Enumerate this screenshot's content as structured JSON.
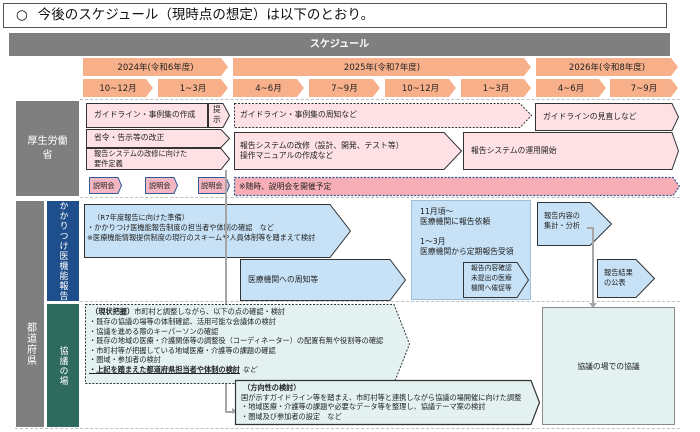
{
  "title": {
    "marker": "○",
    "text": "今後のスケジュール（現時点の想定）は以下のとおり。"
  },
  "schedule_header": "スケジュール",
  "years": [
    {
      "label": "2024年(令和6年度)"
    },
    {
      "label": "2025年(令和7年度)"
    },
    {
      "label": "2026年(令和8年度)"
    }
  ],
  "quarters": [
    "10~12月",
    "1~3月",
    "4~6月",
    "7~9月",
    "10~12月",
    "1~3月",
    "4~6月",
    "7~9月"
  ],
  "rows": {
    "mhlw": {
      "label": "厚生労働省",
      "label_line1": "厚生労働",
      "label_line2": "省",
      "guideline_create": "ガイドライン・事例集の作成",
      "present": "提示",
      "guideline_publicize": "ガイドライン・事例集の周知など",
      "guideline_review": "ガイドラインの見直しなど",
      "ordinance": "省令・告示等の改正",
      "system_req_line1": "報告システムの改修に向けた",
      "system_req_line2": "要件定義",
      "system_dev_line1": "報告システムの改修（設計、開発、テスト等）",
      "system_dev_line2": "操作マニュアルの作成など",
      "system_operation": "報告システムの運用開始",
      "briefing": "説明会",
      "briefing_note": "※随時、説明会を開催予定"
    },
    "prefecture": {
      "label": "都道府県",
      "kakaritsuke": {
        "label": "かかりつけ医機能報告",
        "prep_title": "（R7年度報告に向けた準備）",
        "prep_line1": "・かかりつけ医機能報告制度の担当者や体制の確認　など",
        "prep_line2": "※医療機能情報提供制度の現行のスキームや人員体制等を踏まえて検討",
        "notify": "医療機関への周知等",
        "request_line1": "11月頃～",
        "request_line2": "医療機関に報告依頼",
        "receive_line1": "1～3月",
        "receive_line2": "医療機関から定期報告受領",
        "confirm_line1": "報告内容確認",
        "confirm_line2": "未提出の医療",
        "confirm_line3": "機関へ催促等",
        "aggregate_line1": "報告内容の",
        "aggregate_line2": "集計・分析",
        "publish_line1": "報告結果",
        "publish_line2": "の公表"
      },
      "council": {
        "label": "協議の場",
        "status_title": "（現状把握）",
        "status_intro": "市町村と調整しながら、以下の点の確認・検討",
        "status_items": [
          "・既存の協議の場等の体制確認、活用可能な会議体の検討",
          "・協議を進める際のキーパーソンの確認",
          "・既存の地域の医療・介護関係等の調整役（コーディネーター）の配置有無や役割等の確認",
          "・市町村等が把握している地域医療・介護等の課題の確認",
          "・圏域・参加者の検討"
        ],
        "status_last": "・上記を踏まえた都道府県担当者や体制の検討",
        "status_last_suffix": "など",
        "direction_title": "（方向性の検討）",
        "direction_line1": "国が示すガイドライン等を踏まえ、市町村等と連携しながら協議の場開催に向けた調整",
        "direction_line2": "・地域医療・介護等の課題や必要なデータ等を整理し、協議テーマ案の検討",
        "direction_line3": "・圏域及び参加者の設定　など",
        "discussion": "協議の場での協議"
      }
    }
  }
}
